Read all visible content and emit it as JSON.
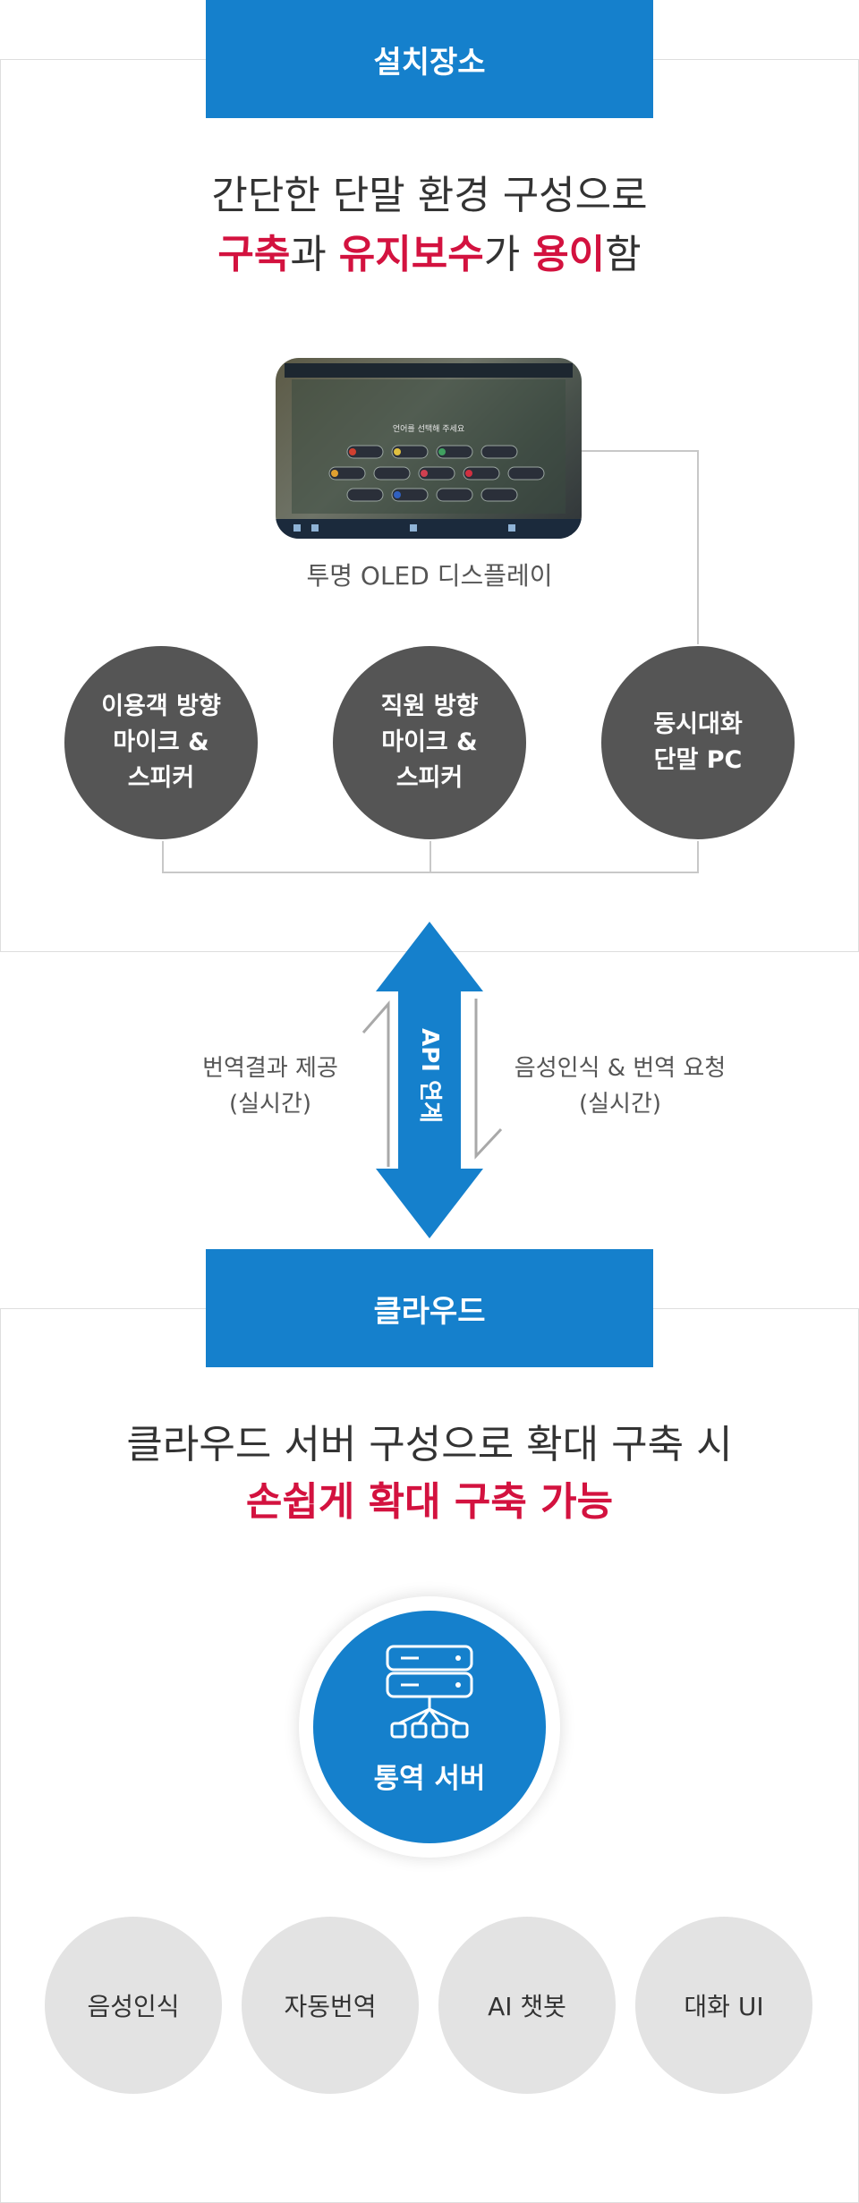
{
  "install": {
    "tab_label": "설치장소",
    "headline_line1": "간단한 단말 환경 구성으로",
    "headline_part1": "구축",
    "headline_part2": "과 ",
    "headline_part3": "유지보수",
    "headline_part4": "가 ",
    "headline_part5": "용이",
    "headline_part6": "함",
    "display_label": "투명 OLED 디스플레이",
    "screen_title": "언어를 선택해 주세요",
    "devices": [
      {
        "line1": "이용객 방향",
        "line2": "마이크 &",
        "line3": "스피커"
      },
      {
        "line1": "직원 방향",
        "line2": "마이크 &",
        "line3": "스피커"
      },
      {
        "line1": "동시대화",
        "line2": "단말 PC"
      }
    ]
  },
  "api": {
    "label": "API 연계",
    "left_line1": "번역결과 제공",
    "left_line2": "(실시간)",
    "right_line1": "음성인식 & 번역 요청",
    "right_line2": "(실시간)"
  },
  "cloud": {
    "tab_label": "클라우드",
    "headline_line1": "클라우드 서버 구성으로 확대 구축 시",
    "headline_line2": "손쉽게 확대 구축 가능",
    "server_label": "통역 서버",
    "features": [
      "음성인식",
      "자동번역",
      "AI 챗봇",
      "대화 UI"
    ]
  },
  "colors": {
    "accent": "#1580cc",
    "highlight": "#d3123f",
    "device": "#555555",
    "feature": "#e3e3e3"
  }
}
